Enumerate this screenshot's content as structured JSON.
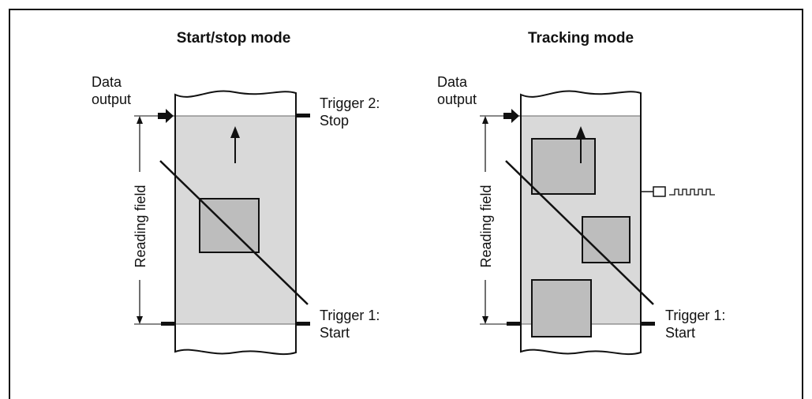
{
  "colors": {
    "belt_fill": "#d9d9d9",
    "object_fill": "#bdbdbd",
    "line": "#111111",
    "frame": "#111111"
  },
  "panels": {
    "start_stop": {
      "title": "Start/stop mode",
      "data_output_line1": "Data",
      "data_output_line2": "output",
      "reading_field": "Reading field",
      "trigger2_line1": "Trigger 2:",
      "trigger2_line2": "Stop",
      "trigger1_line1": "Trigger 1:",
      "trigger1_line2": "Start"
    },
    "tracking": {
      "title": "Tracking mode",
      "data_output_line1": "Data",
      "data_output_line2": "output",
      "reading_field": "Reading field",
      "trigger1_line1": "Trigger 1:",
      "trigger1_line2": "Start",
      "encoder_icon": "incremental-encoder-pulse-icon"
    }
  }
}
